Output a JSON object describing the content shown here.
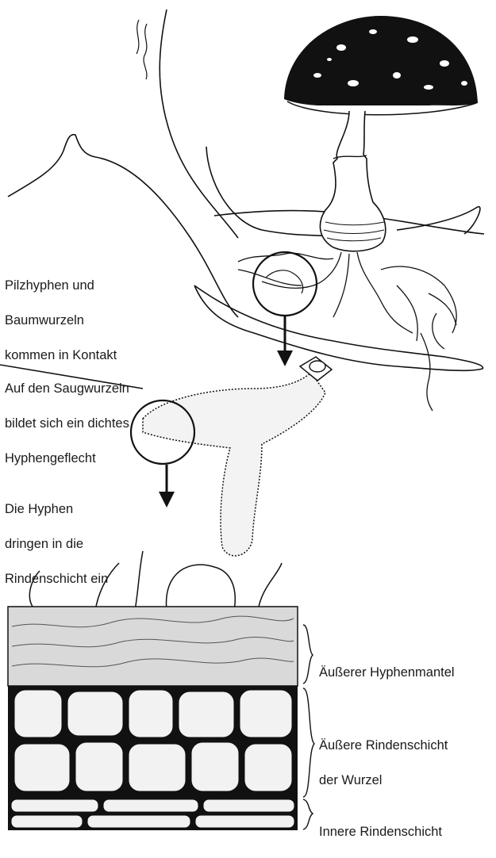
{
  "labels": {
    "step1": [
      "Pilzhyphen und",
      "Baumwurzeln",
      "kommen in Kontakt"
    ],
    "step2": [
      "Auf den Saugwurzeln",
      "bildet sich ein dichtes",
      "Hyphengeflecht"
    ],
    "step3": [
      "Die Hyphen",
      "dringen in die",
      "Rindenschicht ein"
    ],
    "layers": {
      "mantle": "Äußerer Hyphenmantel",
      "outer_cortex": [
        "Äußere Rindenschicht",
        "der Wurzel"
      ],
      "inner_cortex": "Innere Rindenschicht"
    }
  },
  "colors": {
    "ink": "#111111",
    "paper": "#ffffff"
  }
}
